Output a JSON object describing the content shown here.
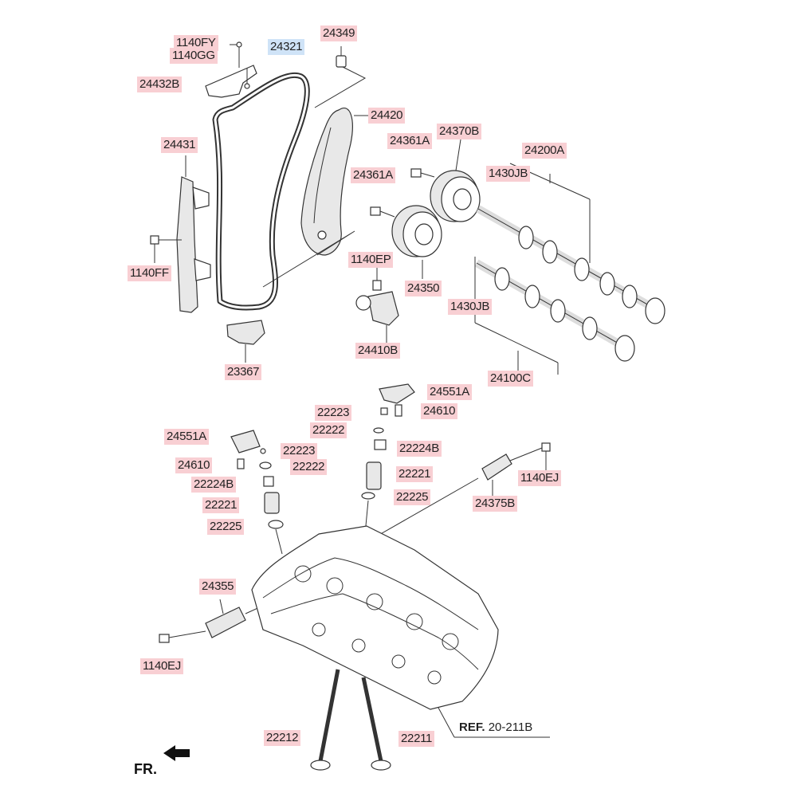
{
  "parts": [
    {
      "id": "1140FY",
      "label": "1140FY"
    },
    {
      "id": "1140GG",
      "label": "1140GG"
    },
    {
      "id": "24321",
      "label": "24321",
      "selected": true
    },
    {
      "id": "24349",
      "label": "24349"
    },
    {
      "id": "24432B",
      "label": "24432B"
    },
    {
      "id": "24420",
      "label": "24420"
    },
    {
      "id": "24361A-1",
      "label": "24361A"
    },
    {
      "id": "24370B",
      "label": "24370B"
    },
    {
      "id": "24200A",
      "label": "24200A"
    },
    {
      "id": "24431",
      "label": "24431"
    },
    {
      "id": "1430JB-1",
      "label": "1430JB"
    },
    {
      "id": "24361A-2",
      "label": "24361A"
    },
    {
      "id": "1140EP",
      "label": "1140EP"
    },
    {
      "id": "1140FF",
      "label": "1140FF"
    },
    {
      "id": "24350",
      "label": "24350"
    },
    {
      "id": "1430JB-2",
      "label": "1430JB"
    },
    {
      "id": "24410B",
      "label": "24410B"
    },
    {
      "id": "23367",
      "label": "23367"
    },
    {
      "id": "24100C",
      "label": "24100C"
    },
    {
      "id": "24551A-1",
      "label": "24551A"
    },
    {
      "id": "22223-1",
      "label": "22223"
    },
    {
      "id": "24610-1",
      "label": "24610"
    },
    {
      "id": "22222-1",
      "label": "22222"
    },
    {
      "id": "24551A-2",
      "label": "24551A"
    },
    {
      "id": "22224B-1",
      "label": "22224B"
    },
    {
      "id": "22223-2",
      "label": "22223"
    },
    {
      "id": "24610-2",
      "label": "24610"
    },
    {
      "id": "22222-2",
      "label": "22222"
    },
    {
      "id": "22221-1",
      "label": "22221"
    },
    {
      "id": "1140EJ-1",
      "label": "1140EJ"
    },
    {
      "id": "22224B-2",
      "label": "22224B"
    },
    {
      "id": "22225-1",
      "label": "22225"
    },
    {
      "id": "22221-2",
      "label": "22221"
    },
    {
      "id": "24375B",
      "label": "24375B"
    },
    {
      "id": "22225-2",
      "label": "22225"
    },
    {
      "id": "24355",
      "label": "24355"
    },
    {
      "id": "1140EJ-2",
      "label": "1140EJ"
    },
    {
      "id": "22212",
      "label": "22212"
    },
    {
      "id": "22211",
      "label": "22211"
    }
  ],
  "ref": {
    "prefix": "REF.",
    "code": "20-211B"
  },
  "orientation": {
    "label": "FR."
  }
}
